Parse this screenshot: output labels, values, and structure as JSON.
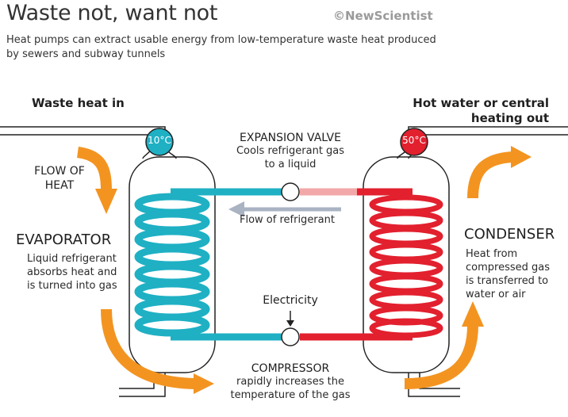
{
  "header": {
    "title": "Waste not, want not",
    "credit": "©NewScientist",
    "subtitle": "Heat pumps can extract usable energy from low-temperature waste heat produced by sewers and subway tunnels"
  },
  "labels": {
    "waste_heat_in": "Waste heat in",
    "hot_water_out_line1": "Hot water or central",
    "hot_water_out_line2": "heating out",
    "flow_of_heat_line1": "FLOW OF",
    "flow_of_heat_line2": "HEAT",
    "evaporator_title": "EVAPORATOR",
    "evaporator_desc_line1": "Liquid refrigerant",
    "evaporator_desc_line2": "absorbs heat and",
    "evaporator_desc_line3": "is turned into gas",
    "condenser_title": "CONDENSER",
    "condenser_desc_line1": "Heat from",
    "condenser_desc_line2": "compressed gas",
    "condenser_desc_line3": "is transferred to",
    "condenser_desc_line4": "water or air",
    "expansion_valve_title": "EXPANSION VALVE",
    "expansion_valve_desc_line1": "Cools refrigerant gas",
    "expansion_valve_desc_line2": "to a liquid",
    "flow_of_refrigerant": "Flow of refrigerant",
    "electricity": "Electricity",
    "compressor_title": "COMPRESSOR",
    "compressor_desc_line1": "rapidly increases the",
    "compressor_desc_line2": "temperature of the gas"
  },
  "badges": {
    "cold_temp": "10°C",
    "hot_temp": "50°C"
  },
  "colors": {
    "cold_teal": "#1fb0c4",
    "hot_red": "#e2202e",
    "flow_orange": "#f39421",
    "arrow_grey": "#aab3c2"
  }
}
